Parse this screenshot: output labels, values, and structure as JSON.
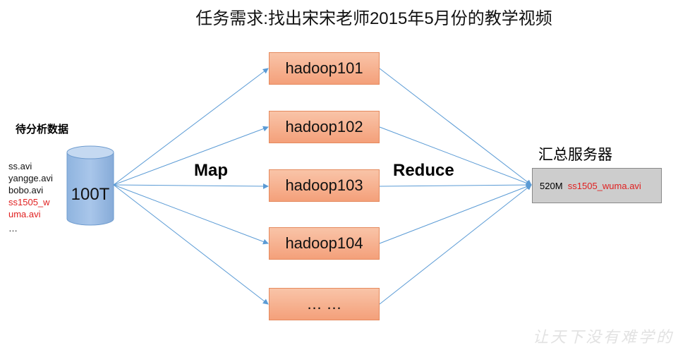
{
  "title": "任务需求:找出宋宋老师2015年5月份的教学视频",
  "source": {
    "label": "待分析数据",
    "files": [
      "ss.avi",
      "yangge.avi",
      "bobo.avi",
      "ss1505_w",
      "uma.avi",
      "…"
    ],
    "storage": "100T"
  },
  "map_label": "Map",
  "reduce_label": "Reduce",
  "nodes": [
    "hadoop101",
    "hadoop102",
    "hadoop103",
    "hadoop104",
    "… …"
  ],
  "server": {
    "label": "汇总服务器",
    "size": "520M",
    "file": "ss1505_wuma.avi"
  },
  "watermark": "让天下没有难学的",
  "colors": {
    "arrow": "#5b9bd5",
    "highlight": "#e02020",
    "node": "#f4a07a"
  }
}
